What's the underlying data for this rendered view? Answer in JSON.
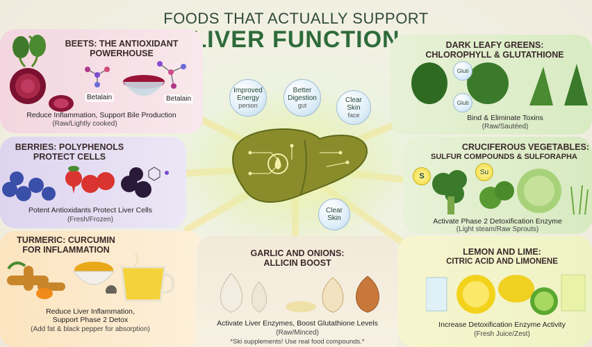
{
  "header": {
    "title_line1": "FOODS THAT ACTUALLY SUPPORT",
    "title_line2": "LIVER FUNCTION"
  },
  "beets": {
    "heading_line1": "BEETS: THE ANTIOXIDANT",
    "heading_line2": "POWERHOUSE",
    "compound1": "Betalain",
    "compound2": "Betalain",
    "benefit": "Reduce Inflammation, Support Bile Production",
    "prep": "(Raw/Lightly cooked)"
  },
  "berries": {
    "heading_line1": "BERRIES: POLYPHENOLS",
    "heading_line2": "PROTECT CELLS",
    "benefit": "Potent Antioxidants Protect Liver Cells",
    "prep": "(Fresh/Frozen)"
  },
  "turmeric": {
    "heading_line1": "TURMERIC: CURCUMIN",
    "heading_line2": "FOR INFLAMMATION",
    "benefit_line1": "Reduce Liver Inflammation,",
    "benefit_line2": "Support Phase 2 Detox",
    "prep": "(Add fat & black pepper for absorption)"
  },
  "greens": {
    "heading_line1": "DARK LEAFY GREENS:",
    "heading_line2": "CHLOROPHYLL & GLUTATHIONE",
    "badge1": "Gluti",
    "badge2": "Gluti",
    "benefit": "Bind & Eliminate Toxins",
    "prep": "(Raw/Sautéed)"
  },
  "cruciferous": {
    "heading_line1": "CRUCIFEROUS VEGETABLES:",
    "heading_line2": "SULFUR COMPOUNDS & SULFORAPHA",
    "badge": "S",
    "badge2": "Su",
    "benefit": "Activate Phase 2 Detoxification Enzyme",
    "prep": "(Light steam/Raw Sprouts)"
  },
  "lemon": {
    "heading_line1": "LEMON AND LIME:",
    "heading_line2": "CITRIC ACID AND LIMONENE",
    "benefit": "Increase Detoxification Enzyme Activity",
    "prep": "(Fresh Juice/Zest)"
  },
  "garlic": {
    "heading_line1": "GARLIC AND ONIONS:",
    "heading_line2": "ALLICIN BOOST",
    "benefit": "Activate Liver Enzymes, Boost Glutathione Levels",
    "prep": "(Raw/Minced)",
    "footnote": "*Ski supplements! Use real food compounds.*"
  },
  "bubbles": {
    "energy_title_1": "Improved",
    "energy_title_2": "Energy",
    "energy_sub": "person",
    "digestion_title_1": "Better",
    "digestion_title_2": "Digestion",
    "digestion_sub": "gut",
    "skin_title_1": "Clear",
    "skin_title_2": "Skin",
    "skin_sub": "face",
    "skin2_title_1": "Clear",
    "skin2_title_2": "Skin"
  },
  "colors": {
    "title_green": "#2e6b3a",
    "liver": "#8a8a2a",
    "glow": "#f6f08a"
  }
}
